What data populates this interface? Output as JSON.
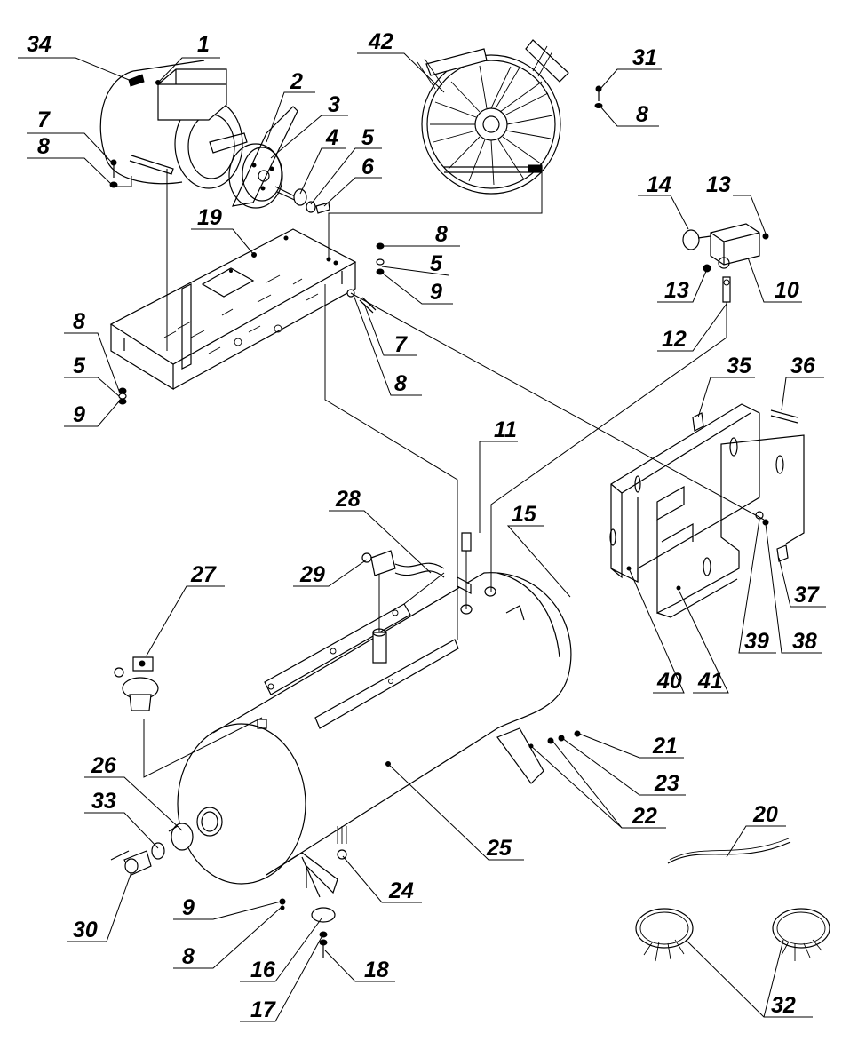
{
  "diagram": {
    "labels": {
      "l1": "1",
      "l2": "2",
      "l3": "3",
      "l4": "4",
      "l5a": "5",
      "l5b": "5",
      "l5c": "5",
      "l6": "6",
      "l7a": "7",
      "l7b": "7",
      "l8a": "8",
      "l8b": "8",
      "l8c": "8",
      "l8d": "8",
      "l8e": "8",
      "l8f": "8",
      "l9a": "9",
      "l9b": "9",
      "l9c": "9",
      "l10": "10",
      "l11": "11",
      "l12": "12",
      "l13a": "13",
      "l13b": "13",
      "l14": "14",
      "l15": "15",
      "l16": "16",
      "l17": "17",
      "l18": "18",
      "l19": "19",
      "l20": "20",
      "l21": "21",
      "l22": "22",
      "l23": "23",
      "l24": "24",
      "l25": "25",
      "l26": "26",
      "l27": "27",
      "l28": "28",
      "l29": "29",
      "l30": "30",
      "l31": "31",
      "l32": "32",
      "l33": "33",
      "l34": "34",
      "l35": "35",
      "l36": "36",
      "l37": "37",
      "l38": "38",
      "l39": "39",
      "l40": "40",
      "l41": "41",
      "l42": "42"
    }
  }
}
